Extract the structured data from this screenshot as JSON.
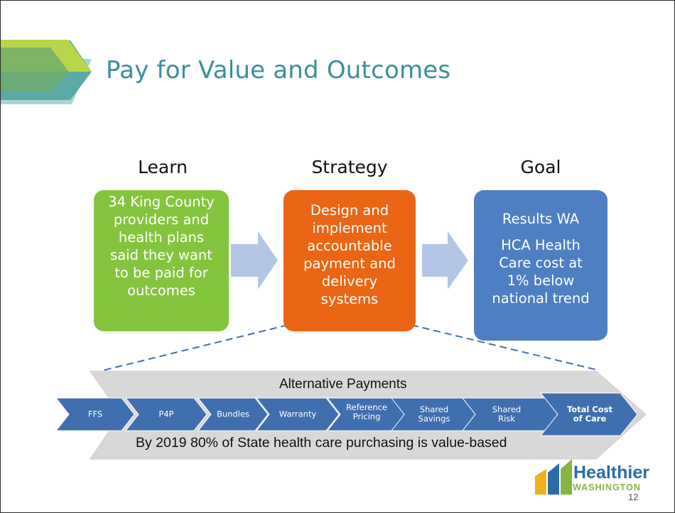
{
  "title": "Pay for Value and Outcomes",
  "columns": {
    "learn": {
      "heading": "Learn",
      "lines": [
        "34 King County",
        "providers and",
        "health plans",
        "said they want",
        "to be paid for",
        "outcomes"
      ]
    },
    "strategy": {
      "heading": "Strategy",
      "lines": [
        "Design and",
        "implement",
        "accountable",
        "payment and",
        "delivery",
        "systems"
      ]
    },
    "goal": {
      "heading": "Goal",
      "line1": "Results WA",
      "lines": [
        "HCA Health",
        "Care cost at",
        "1% below",
        "national trend"
      ]
    }
  },
  "payments": {
    "banner_title": "Alternative Payments",
    "steps": [
      {
        "label": "FFS"
      },
      {
        "label": "P4P"
      },
      {
        "label": "Bundles"
      },
      {
        "label": "Warranty"
      },
      {
        "label": "Reference\nPricing"
      },
      {
        "label": "Shared\nSavings"
      },
      {
        "label": "Shared\nRisk"
      },
      {
        "label": "Total Cost\nof Care"
      }
    ],
    "footnote": "By 2019 80% of State health care purchasing is value-based"
  },
  "logo": {
    "name": "Healthier",
    "sub": "WASHINGTON"
  },
  "page_number": "12",
  "colors": {
    "title": "#3b8f9b",
    "learn": "#84c53e",
    "strategy": "#ea6514",
    "goal": "#4e7fc2",
    "chevron": "#3f6fae",
    "banner": "#d8d8d8",
    "arrow": "#b4c6e6"
  }
}
